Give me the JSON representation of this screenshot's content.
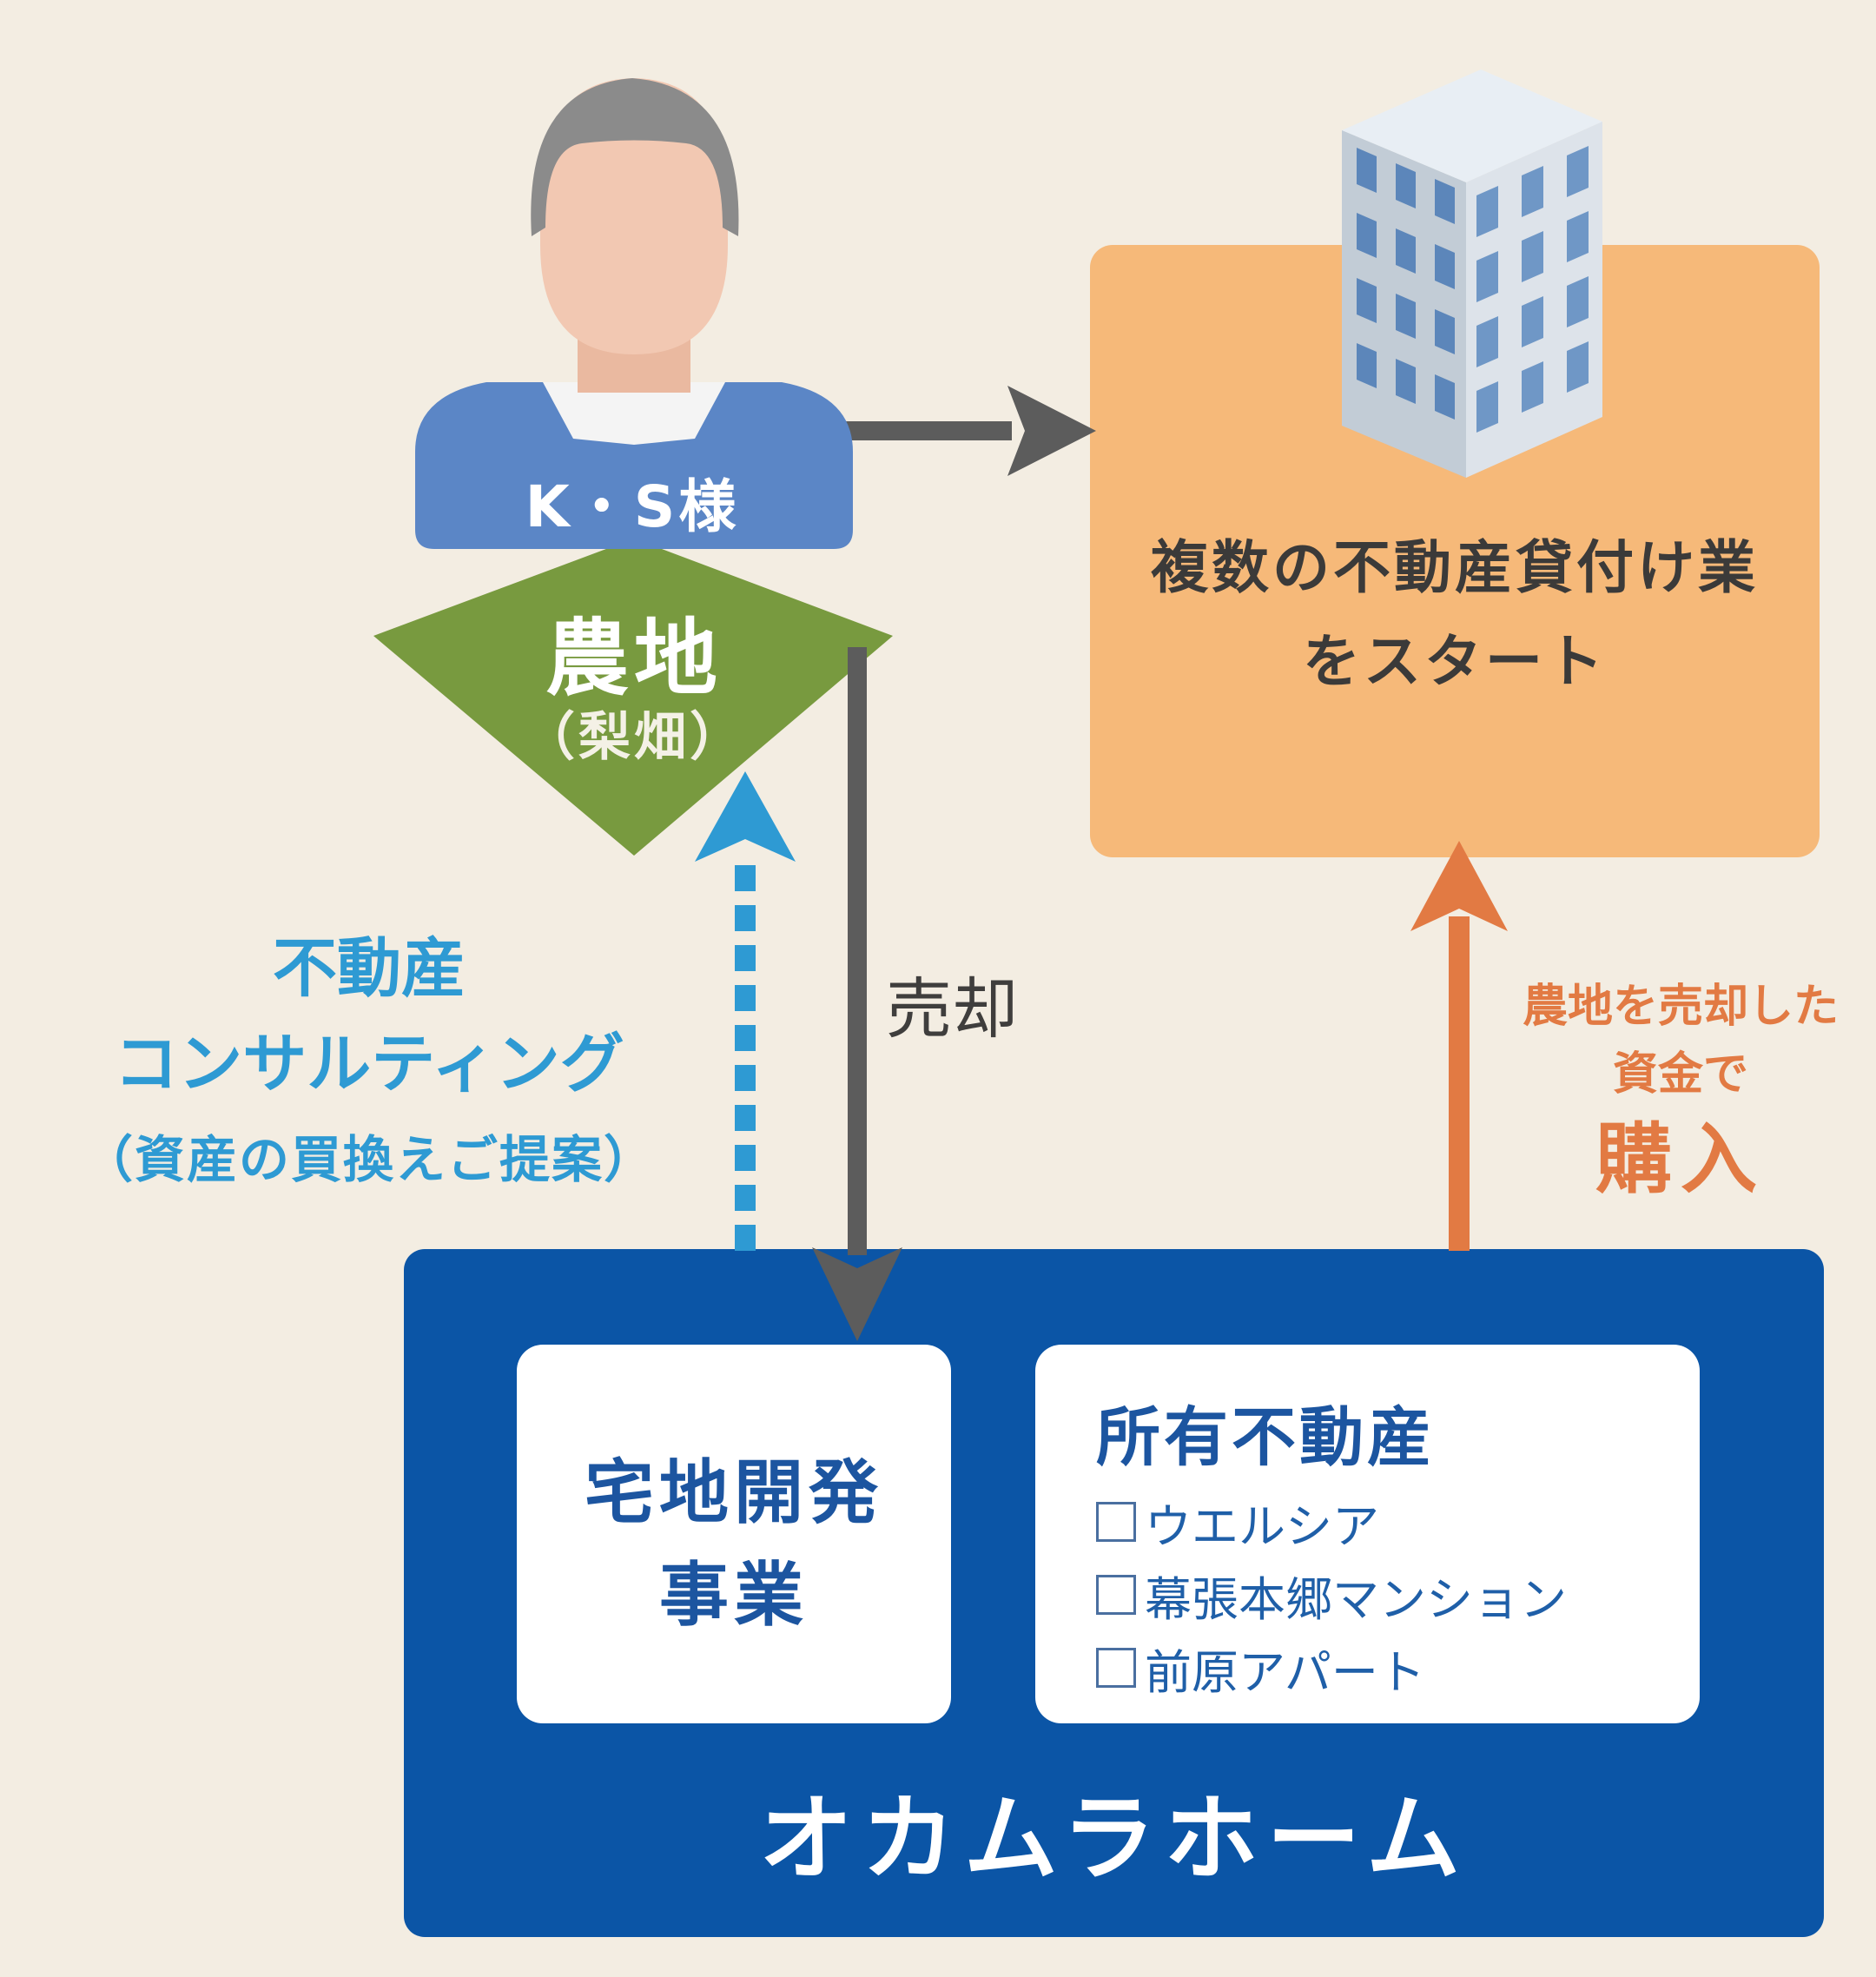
{
  "customer": {
    "name": "K・S様",
    "land_title": "農地",
    "land_sub": "（梨畑）"
  },
  "business_start": {
    "line1": "複数の不動産貸付け業",
    "line2": "をスタート"
  },
  "consulting": {
    "line1": "不動産",
    "line2": "コンサルティング",
    "line3": "（資産の買換えご提案）"
  },
  "sale_label": "売却",
  "purchase": {
    "line1": "農地を売却した",
    "line2": "資金で",
    "line3": "購入"
  },
  "company": {
    "name": "オカムラホーム",
    "development": {
      "line1": "宅地開発",
      "line2": "事業"
    },
    "owned": {
      "title": "所有不動産",
      "items": [
        "ウエルシア",
        "幕張本郷マンション",
        "前原アパート"
      ]
    }
  },
  "colors": {
    "background": "#f3ede2",
    "person_shirt": "#5b86c6",
    "land_diamond": "#789a3f",
    "business_box": "#f6b979",
    "company_box": "#0b55a6",
    "consulting_arrow": "#2e9ad3",
    "sale_arrow": "#5c5c5c",
    "purchase_arrow": "#e27a43"
  },
  "icons": [
    "person-icon",
    "building-icon"
  ]
}
